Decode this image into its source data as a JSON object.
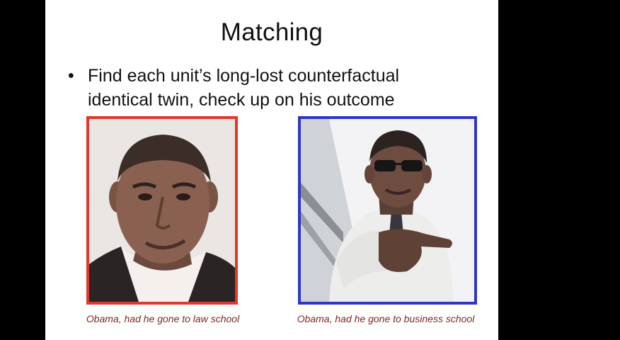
{
  "slide": {
    "title": "Matching",
    "bullet": {
      "marker": "•",
      "line1": "Find each unit’s long-lost counterfactual",
      "line2": "identical twin, check up on his outcome"
    }
  },
  "figures": [
    {
      "frame_color": "#e0392b",
      "caption": "Obama, had he gone to law school"
    },
    {
      "frame_color": "#2f35c8",
      "caption": "Obama, had he gone to business school"
    }
  ],
  "icons": {
    "law_photo": "portrait-photo-icon",
    "biz_photo": "pointing-man-photo-icon"
  }
}
